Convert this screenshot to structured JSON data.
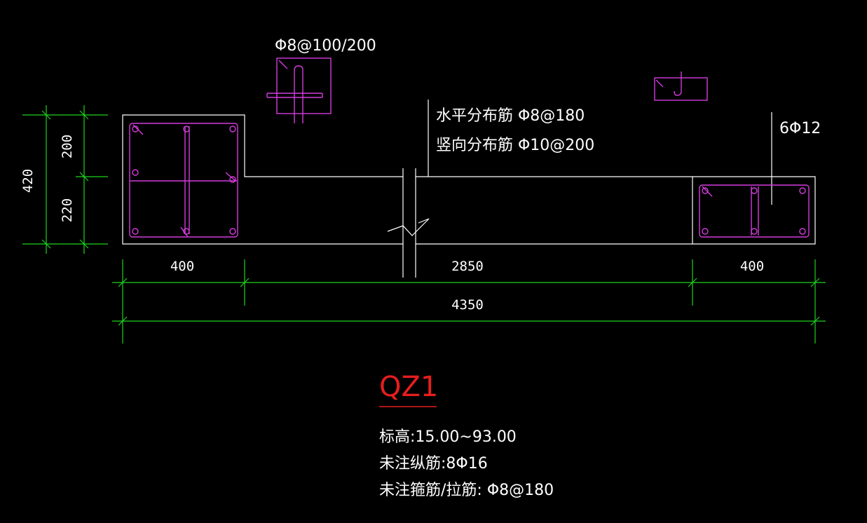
{
  "colors": {
    "background": "#000000",
    "outline": "#ffffff",
    "rebar": "#d23cdc",
    "dimension": "#1ed21e",
    "title": "#e61e1e"
  },
  "detail_tie_label": "Φ8@100/200",
  "distribution_rebar": {
    "horizontal": "水平分布筋 Φ8@180",
    "vertical": "竖向分布筋 Φ10@200"
  },
  "boundary_rebar_label": "6Φ12",
  "dimensions": {
    "vertical_total": "420",
    "vertical_upper": "200",
    "vertical_lower": "220",
    "left_width": "400",
    "middle_width": "2850",
    "right_width": "400",
    "overall_width": "4350"
  },
  "title": "QZ1",
  "notes": {
    "elevation": "标高:15.00~93.00",
    "longitudinal": "未注纵筋:8Φ16",
    "stirrup": "未注箍筋/拉筋: Φ8@180"
  }
}
